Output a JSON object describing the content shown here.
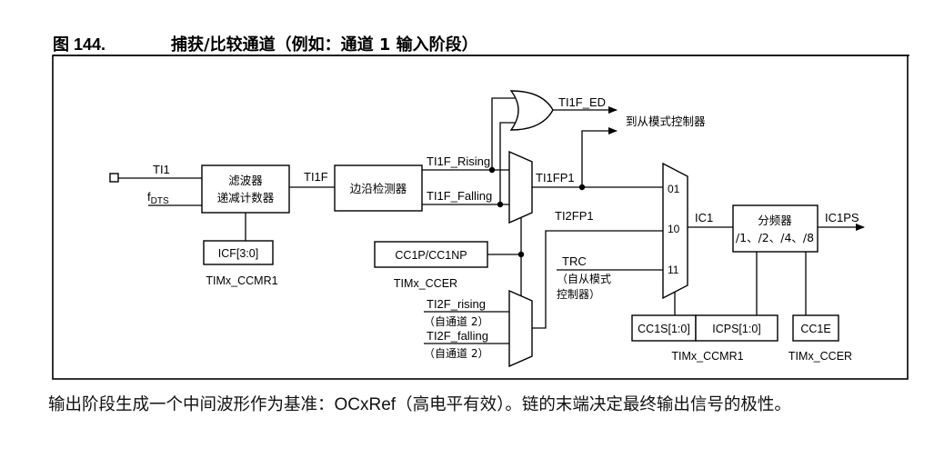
{
  "figure": {
    "number": "图 144.",
    "title": "捕获/比较通道（例如：通道 1 输入阶段）"
  },
  "diagram": {
    "input": {
      "ti1": "TI1",
      "fdts": "f",
      "fdts_sub": "DTS"
    },
    "filter": {
      "line1": "滤波器",
      "line2": "递减计数器"
    },
    "ti1f": "TI1F",
    "edge_detector": "边沿检测器",
    "icf": {
      "label": "ICF[3:0]",
      "register": "TIMx_CCMR1"
    },
    "ti1f_rising": "TI1F_Rising",
    "ti1f_falling": "TI1F_Falling",
    "ti1f_ed": "TI1F_ED",
    "to_slave": "到从模式控制器",
    "ti1fp1": "TI1FP1",
    "ti2fp1": "TI2FP1",
    "cc1p": {
      "label": "CC1P/CC1NP",
      "register": "TIMx_CCER"
    },
    "ti2f_rising": "TI2F_rising",
    "ti2f_rising_note": "（自通道 2）",
    "ti2f_falling": "TI2F_falling",
    "ti2f_falling_note": "（自通道 2）",
    "trc": {
      "label": "TRC",
      "note1": "（自从模式",
      "note2": "控制器）"
    },
    "mux_inputs": [
      "01",
      "10",
      "11"
    ],
    "ic1": "IC1",
    "prescaler": {
      "line1": "分频器",
      "line2": "/1、/2、/4、/8"
    },
    "ic1ps": "IC1PS",
    "cc1s": "CC1S[1:0]",
    "icps": "ICPS[1:0]",
    "ccmr1_register": "TIMx_CCMR1",
    "cc1e": {
      "label": "CC1E",
      "register": "TIMx_CCER"
    }
  },
  "description": {
    "part1": "输出阶段生成一个中间波形作为基准：",
    "ocxref": "OCxRef",
    "part2": "（高电平有效）。链的末端决定最终输出信号的极性。"
  }
}
